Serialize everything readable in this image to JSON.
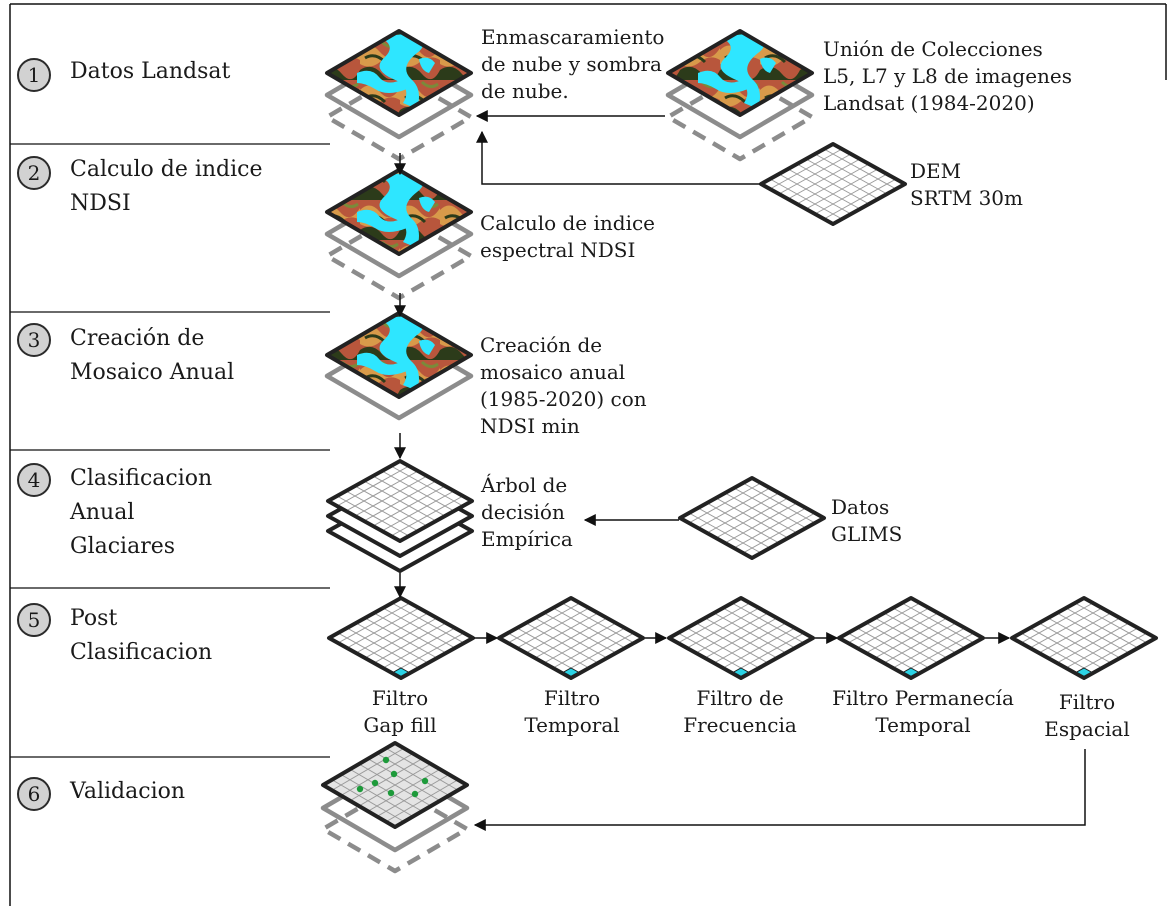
{
  "steps": [
    {
      "number": "1",
      "title": "Datos Landsat"
    },
    {
      "number": "2",
      "title": "Calculo de indice\nNDSI"
    },
    {
      "number": "3",
      "title": "Creación de\nMosaico Anual"
    },
    {
      "number": "4",
      "title": "Clasificacion\nAnual\nGlaciares"
    },
    {
      "number": "5",
      "title": "Post\nClasificacion"
    },
    {
      "number": "6",
      "title": "Validacion"
    }
  ],
  "annotations": {
    "cloud_mask": "Enmascaramiento\nde nube y sombra\nde nube.",
    "collections": "Unión de Colecciones\nL5, L7 y L8 de imagenes\nLandsat (1984-2020)",
    "dem": "DEM\nSRTM 30m",
    "ndsi": "Calculo de indice\nespectral NDSI",
    "mosaic": "Creación de\nmosaico anual\n(1985-2020) con\nNDSI min",
    "tree": "Árbol de\ndecisión\nEmpírica",
    "glims": "Datos\nGLIMS"
  },
  "filters": [
    "Filtro\nGap fill",
    "Filtro\nTemporal",
    "Filtro de\nFrecuencia",
    "Filtro Permanecía\nTemporal",
    "Filtro\nEspacial"
  ],
  "colors": {
    "grid_fill": "#ffffff",
    "grid_line": "#9a9a9a",
    "outline": "#222222",
    "layer_gray": "#8c8c8c",
    "snow": "#2ee6ff",
    "terrain_dark": "#2c3b1a",
    "terrain_red": "#c0523a",
    "terrain_orange": "#d89a4a",
    "cell_highlight": "#2bd4e6",
    "validation_point": "#1d9a3a",
    "validation_fill": "#e4e4e4"
  }
}
